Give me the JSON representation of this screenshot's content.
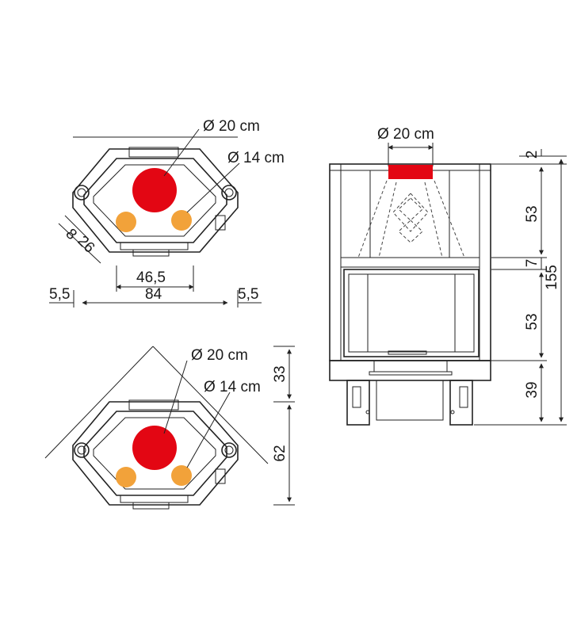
{
  "colors": {
    "large_flue": "#e30613",
    "small_flue": "#f2a23a",
    "line": "#222222"
  },
  "top_view_1": {
    "large_flue_label": "Ø 20 cm",
    "small_flue_label": "Ø 14 cm",
    "dim_8": "8",
    "dim_26": "26",
    "dim_46_5": "46,5",
    "dim_5_5_left": "5,5",
    "dim_84": "84",
    "dim_5_5_right": "5,5"
  },
  "top_view_2": {
    "large_flue_label": "Ø 20 cm",
    "small_flue_label": "Ø 14 cm",
    "dim_33": "33",
    "dim_62": "62"
  },
  "front_view": {
    "flue_label": "Ø 20 cm",
    "dim_2": "2",
    "dim_53_top": "53",
    "dim_7": "7",
    "dim_53_bottom": "53",
    "dim_39": "39",
    "dim_155": "155"
  }
}
